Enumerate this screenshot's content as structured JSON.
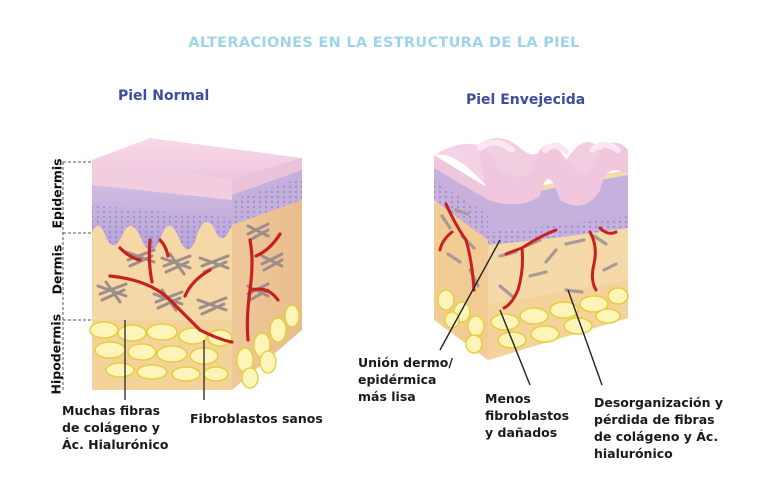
{
  "title": "ALTERACIONES EN LA ESTRUCTURA DE LA PIEL",
  "panels": {
    "normal": {
      "title": "Piel Normal",
      "layers": [
        "Epidermis",
        "Dermis",
        "Hipodermis"
      ],
      "captions": {
        "collagen": [
          "Muchas fibras",
          "de colágeno y",
          "Ác. Hialurónico"
        ],
        "fibroblasts": [
          "Fibroblastos sanos"
        ]
      }
    },
    "aged": {
      "title": "Piel Envejecida",
      "captions": {
        "junction": [
          "Unión dermo/",
          "epidérmica",
          "más lisa"
        ],
        "fibroblasts": [
          "Menos",
          "fibroblastos",
          "y dañados"
        ],
        "collagen": [
          "Desorganización y",
          "pérdida de fibras",
          "de colágeno y Ác.",
          "hialurónico"
        ]
      }
    }
  },
  "colors": {
    "title": "#9dd4e8",
    "panel_title": "#3d4d9c",
    "stratum_corneum": "#f3cfe2",
    "epidermis": "#c9b2de",
    "basal": "#8f86c9",
    "dermis": "#f6d9a8",
    "hypodermis_fat": "#fbf3b6",
    "vessel": "#c8201e",
    "collagen": "#a89a98"
  }
}
